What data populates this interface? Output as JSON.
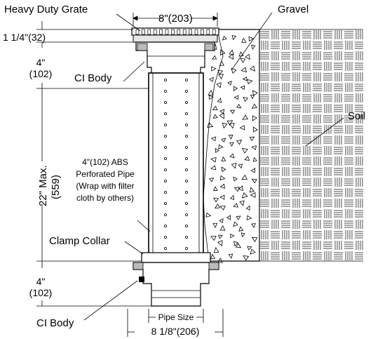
{
  "labels": {
    "heavy_duty_grate": "Heavy Duty Grate",
    "grate_width": "8\"(203)",
    "gravel": "Gravel",
    "grate_thickness": "1 1/4\"(32)",
    "top_body_height_in": "4\"",
    "top_body_height_mm": "(102)",
    "ci_body_top": "CI Body",
    "soil": "Soil",
    "max_length_in": "22\" Max.",
    "max_length_mm": "(559)",
    "pipe_desc_1": "4\"(102) ABS",
    "pipe_desc_2": "Perforated Pipe",
    "pipe_desc_3": "(Wrap with filter",
    "pipe_desc_4": "cloth by others)",
    "clamp_collar": "Clamp Collar",
    "bottom_body_height_in": "4\"",
    "bottom_body_height_mm": "(102)",
    "ci_body_bottom": "CI Body",
    "pipe_size": "Pipe Size",
    "outlet_width": "8 1/8\"(206)"
  }
}
